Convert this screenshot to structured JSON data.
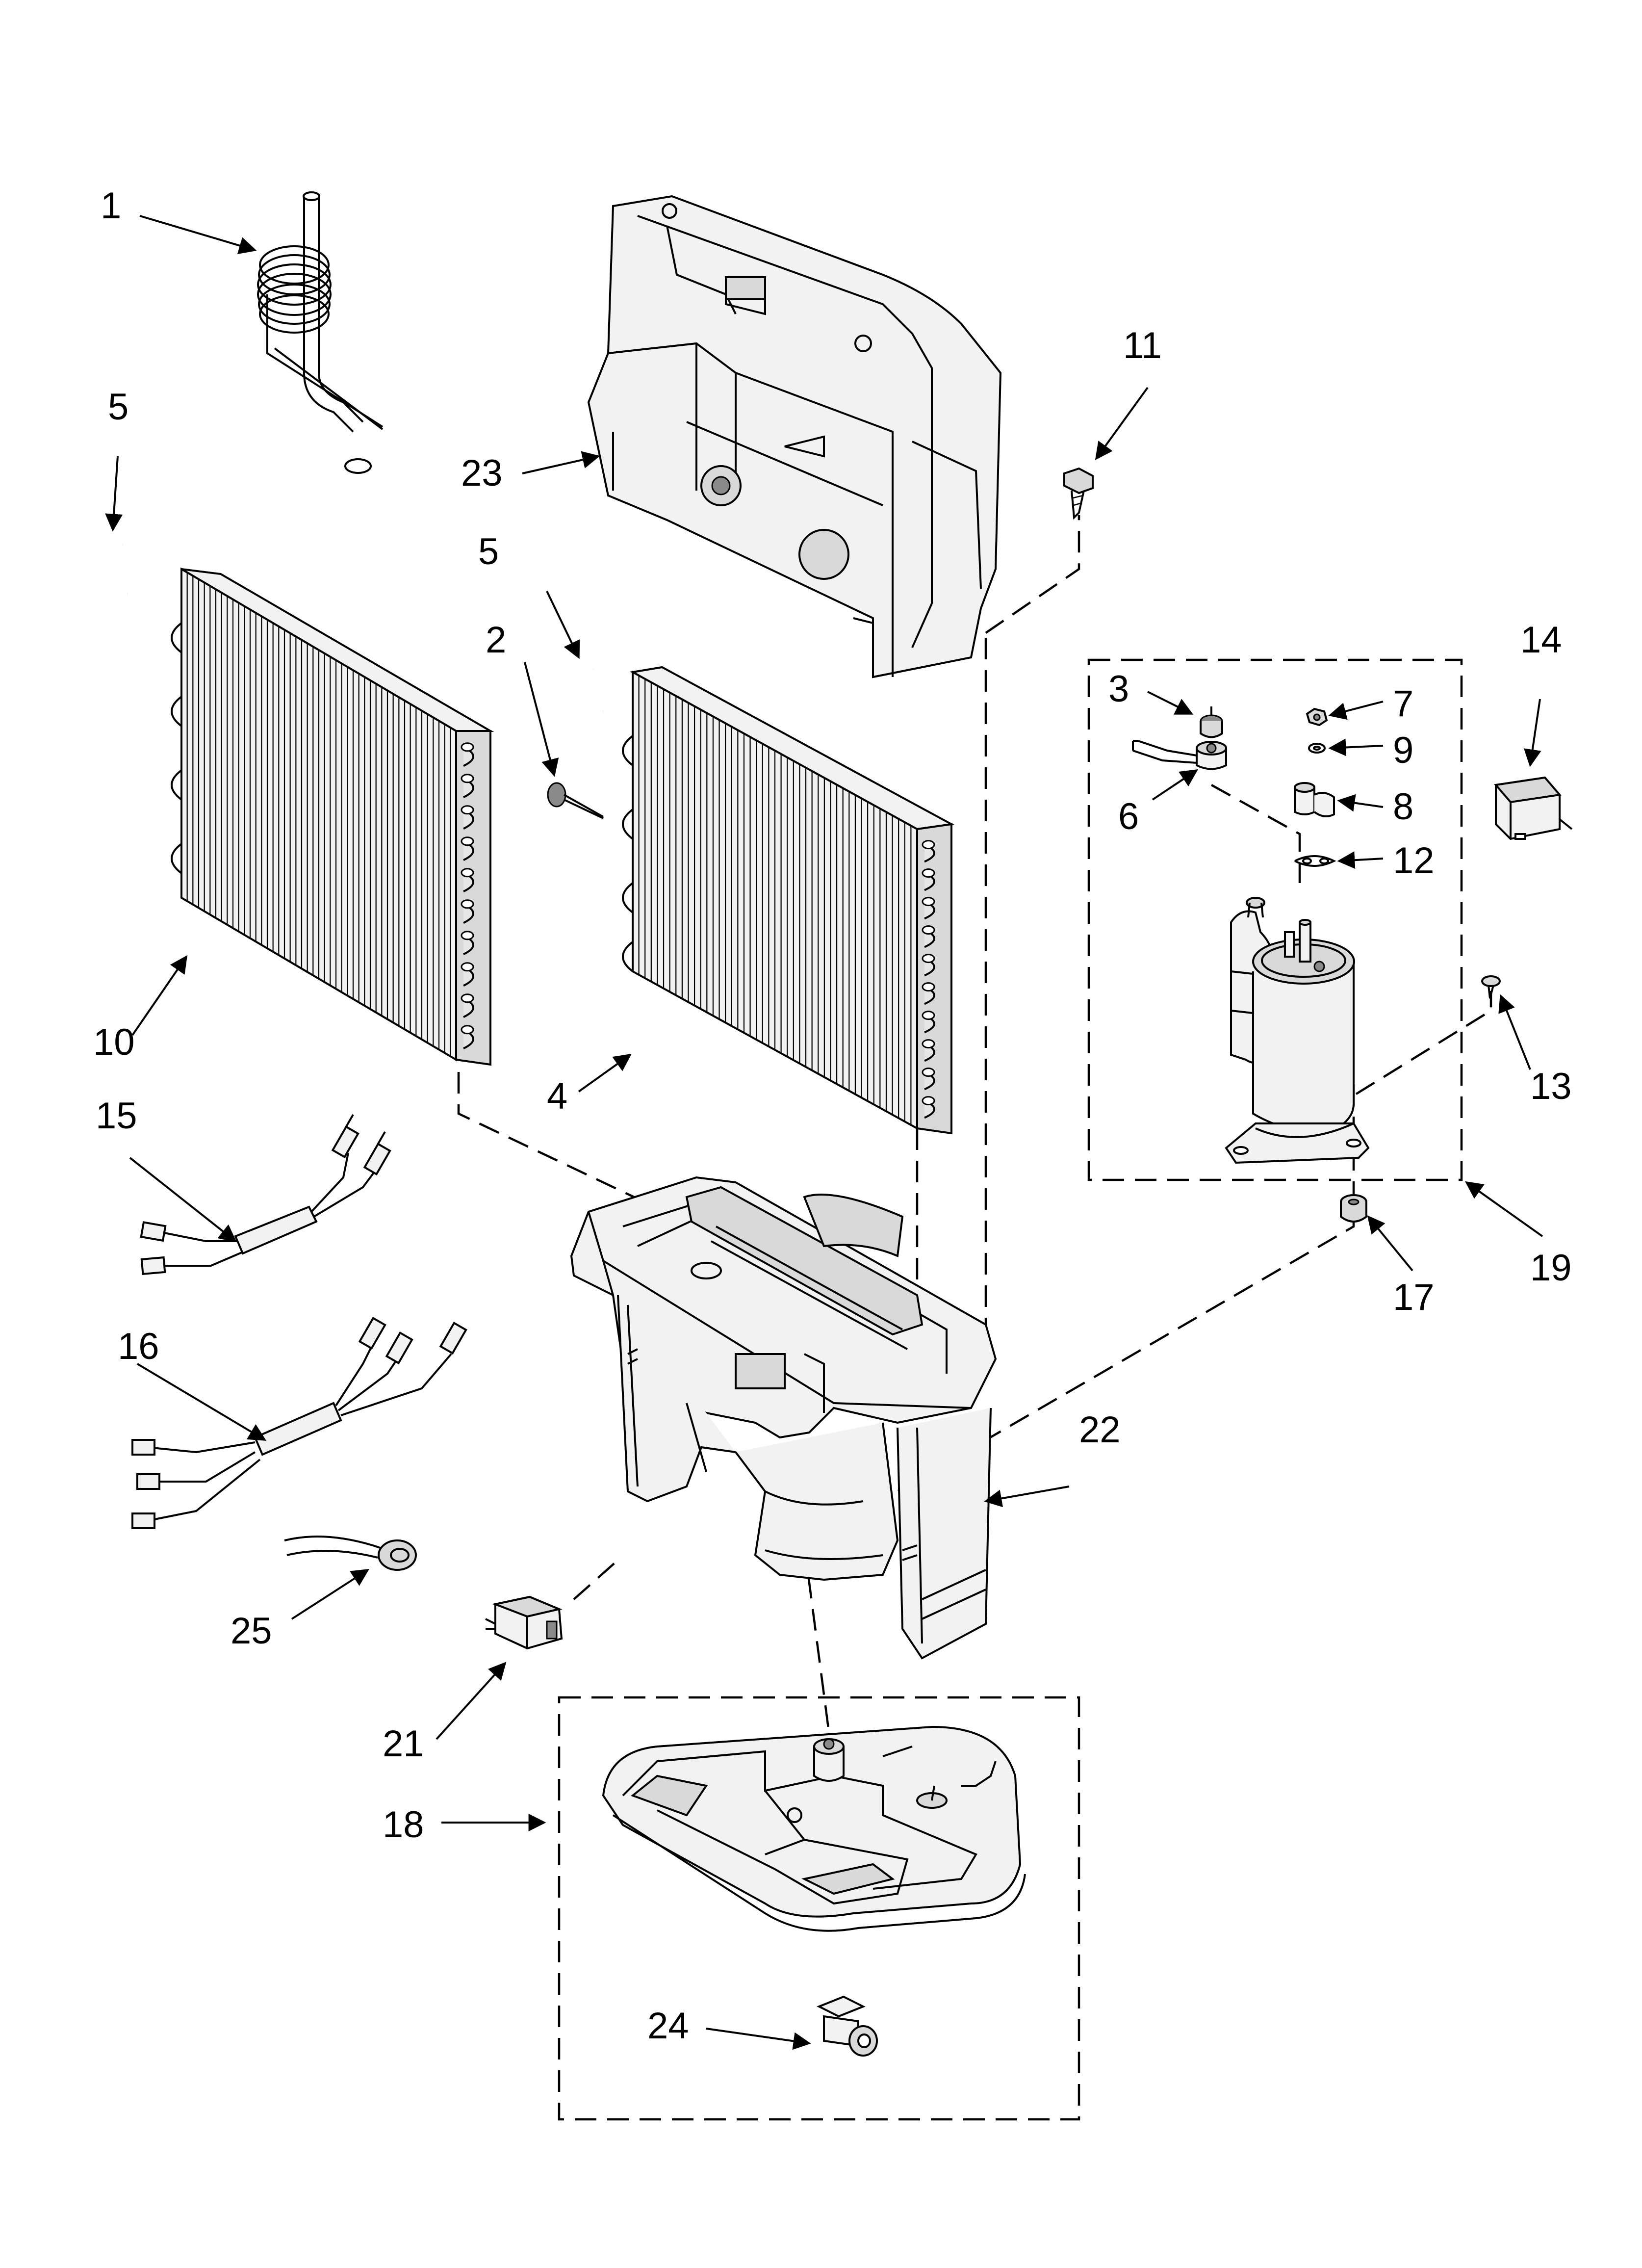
{
  "callouts": {
    "c1": "1",
    "c2": "2",
    "c3": "3",
    "c4": "4",
    "c5a": "5",
    "c5b": "5",
    "c6": "6",
    "c7": "7",
    "c8": "8",
    "c9": "9",
    "c10": "10",
    "c11": "11",
    "c12": "12",
    "c13": "13",
    "c14": "14",
    "c15": "15",
    "c16": "16",
    "c17": "17",
    "c18": "18",
    "c19": "19",
    "c21": "21",
    "c22": "22",
    "c23": "23",
    "c24": "24",
    "c25": "25"
  },
  "colors": {
    "line": "#000000",
    "background": "#ffffff",
    "shade": "#d9d9d9"
  },
  "style": "exploded-parts-line-drawing"
}
